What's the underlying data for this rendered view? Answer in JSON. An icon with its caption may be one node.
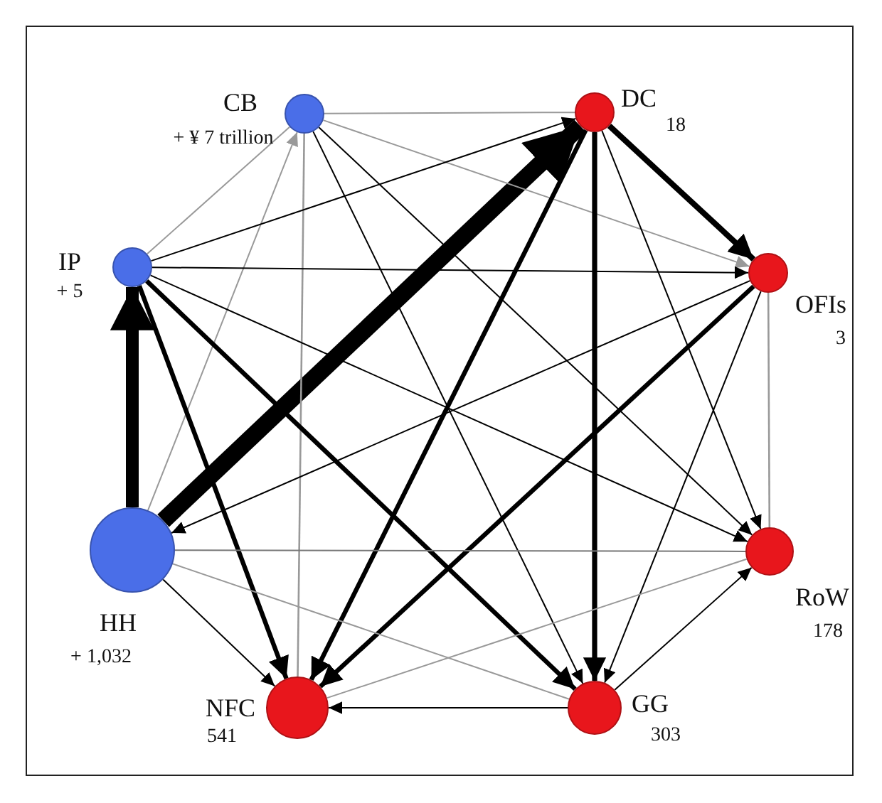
{
  "diagram": {
    "nodes": [
      {
        "text": [
          "CB"
        ],
        "beside": [
          "+ ¥ 7 trillion"
        ]
      },
      {
        "text": [
          "DC"
        ],
        "beside": [
          "18"
        ]
      },
      {
        "text": [
          "IP"
        ],
        "beside": [
          "+ 5"
        ]
      },
      {
        "text": [
          "OFIs"
        ],
        "beside": [
          "3"
        ]
      },
      {
        "text": [
          "HH"
        ],
        "beside": [
          "+ 1,032"
        ]
      },
      {
        "text": [
          "RoW"
        ],
        "beside": [
          "178"
        ]
      },
      {
        "text": [
          "NFC"
        ],
        "beside": [
          "541"
        ]
      },
      {
        "text": [
          "GG"
        ],
        "beside": [
          "303"
        ]
      }
    ],
    "edges": [
      {
        "from": 4,
        "to": 2,
        "arrow": "to",
        "style": "thick"
      },
      {
        "from": 4,
        "to": 1,
        "arrow": "to",
        "style": "thick"
      },
      {
        "from": 1,
        "to": 3,
        "arrow": "to",
        "style": "thick"
      },
      {
        "from": 0,
        "to": 1,
        "arrow": "none",
        "color": "#999999"
      },
      {
        "from": 0,
        "to": 2,
        "arrow": "none",
        "color": "#999999"
      },
      {
        "from": 4,
        "to": 0,
        "arrow": "to",
        "color": "#999999"
      },
      {
        "from": 0,
        "to": 6,
        "arrow": "none",
        "color": "#999999"
      },
      {
        "from": 0,
        "to": 7,
        "arrow": "to"
      },
      {
        "from": 0,
        "to": 3,
        "arrow": "to",
        "color": "#999999"
      },
      {
        "from": 0,
        "to": 5,
        "arrow": "to"
      },
      {
        "from": 2,
        "to": 1,
        "arrow": "to"
      },
      {
        "from": 2,
        "to": 3,
        "arrow": "to"
      },
      {
        "from": 2,
        "to": 5,
        "arrow": "to"
      },
      {
        "from": 2,
        "to": 7,
        "arrow": "to",
        "style": "thick"
      },
      {
        "from": 2,
        "to": 6,
        "arrow": "to",
        "style": "thick"
      },
      {
        "from": 1,
        "to": 6,
        "arrow": "to",
        "style": "thick"
      },
      {
        "from": 1,
        "to": 7,
        "arrow": "to",
        "style": "thick"
      },
      {
        "from": 1,
        "to": 5,
        "arrow": "to"
      },
      {
        "from": 3,
        "to": 6,
        "arrow": "to",
        "style": "thick"
      },
      {
        "from": 3,
        "to": 4,
        "arrow": "to"
      },
      {
        "from": 3,
        "to": 7,
        "arrow": "to"
      },
      {
        "from": 3,
        "to": 5,
        "arrow": "none",
        "color": "#999999"
      },
      {
        "from": 4,
        "to": 5,
        "arrow": "none",
        "color": "#777777"
      },
      {
        "from": 4,
        "to": 6,
        "arrow": "to"
      },
      {
        "from": 4,
        "to": 7,
        "arrow": "none",
        "color": "#999999"
      },
      {
        "from": 6,
        "to": 5,
        "arrow": "none",
        "color": "#999999"
      },
      {
        "from": 7,
        "to": 6,
        "arrow": "to"
      },
      {
        "from": 7,
        "to": 5,
        "arrow": "to"
      }
    ]
  }
}
